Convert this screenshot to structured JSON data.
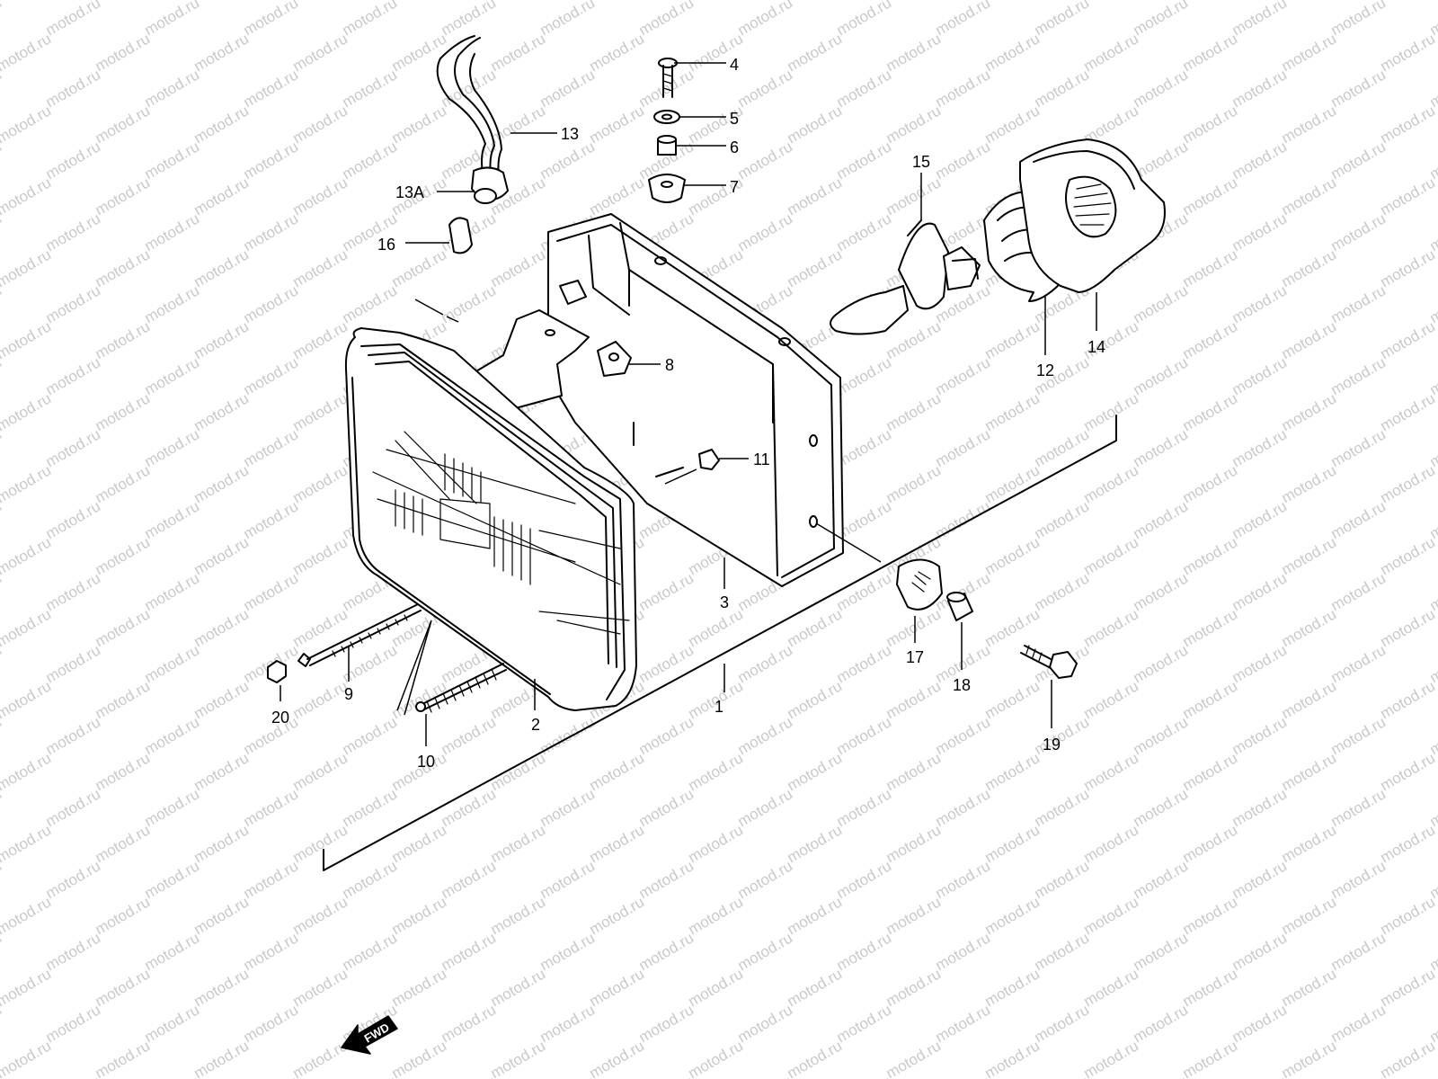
{
  "watermark": "motod.ru",
  "callouts": [
    {
      "id": "c1",
      "text": "1"
    },
    {
      "id": "c2",
      "text": "2"
    },
    {
      "id": "c3",
      "text": "3"
    },
    {
      "id": "c4",
      "text": "4"
    },
    {
      "id": "c5",
      "text": "5"
    },
    {
      "id": "c6",
      "text": "6"
    },
    {
      "id": "c7",
      "text": "7"
    },
    {
      "id": "c8",
      "text": "8"
    },
    {
      "id": "c9",
      "text": "9"
    },
    {
      "id": "c10",
      "text": "10"
    },
    {
      "id": "c11",
      "text": "11"
    },
    {
      "id": "c12",
      "text": "12"
    },
    {
      "id": "c13",
      "text": "13"
    },
    {
      "id": "c13a",
      "text": "13A"
    },
    {
      "id": "c14",
      "text": "14"
    },
    {
      "id": "c15",
      "text": "15"
    },
    {
      "id": "c16",
      "text": "16"
    },
    {
      "id": "c17",
      "text": "17"
    },
    {
      "id": "c18",
      "text": "18"
    },
    {
      "id": "c19",
      "text": "19"
    },
    {
      "id": "c20",
      "text": "20"
    }
  ],
  "direction_arrow": {
    "label": "FWD"
  },
  "colors": {
    "line": "#000000",
    "background": "#ffffff",
    "watermark": "#c9c9c9"
  }
}
